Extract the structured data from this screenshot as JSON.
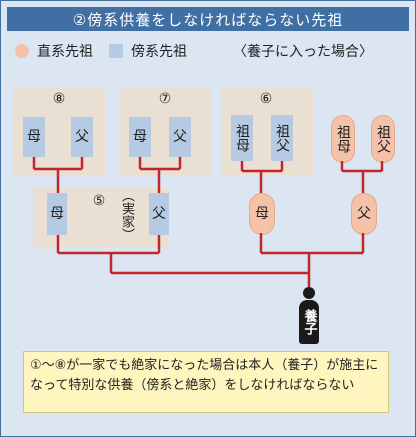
{
  "title": "②傍系供養をしなければならない先祖",
  "legend": {
    "direct_label": "直系先祖",
    "collateral_label": "傍系先祖",
    "adoption_note": "〈養子に入った場合〉"
  },
  "boxes": {
    "box8": {
      "number": "⑧",
      "mother": "母",
      "father": "父"
    },
    "box7": {
      "number": "⑦",
      "mother": "母",
      "father": "父"
    },
    "box6": {
      "number": "⑥",
      "grandmother": "祖母",
      "grandfather": "祖父"
    },
    "box5": {
      "number": "⑤",
      "mother": "母",
      "father": "父",
      "jikka": "（実家）"
    }
  },
  "direct": {
    "grandmother": "祖母",
    "grandfather": "祖父",
    "mother": "母",
    "father": "父"
  },
  "person_label": "養子",
  "note": "①〜⑧が一家でも絶家になった場合は本人（養子）が施主になって特別な供養（傍系と絶家）をしなければならない",
  "colors": {
    "title_bg": "#3f6fa3",
    "frame_bg": "#dbe6f2",
    "collateral": "#b7cae3",
    "direct": "#f4c2a8",
    "box_bg": "#e9dfd3",
    "line": "#c0262c",
    "note_bg": "#fff6bf"
  }
}
